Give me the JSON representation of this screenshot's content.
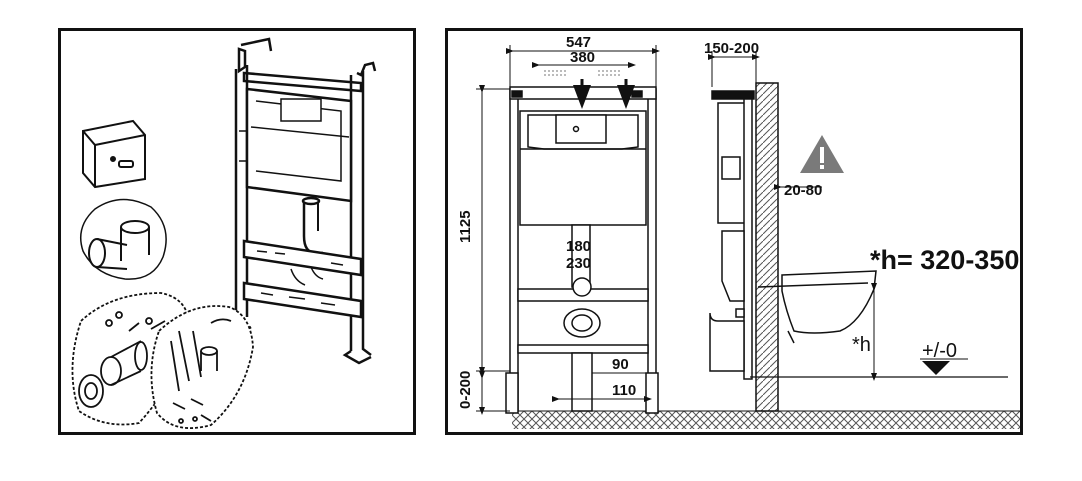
{
  "left_panel": {
    "label": "product-and-accessories"
  },
  "right_panel": {
    "dimensions": {
      "width_total": "547",
      "width_inner": "380",
      "height_frame": "1125",
      "height_adjust": "0-200",
      "flush_1": "180",
      "flush_2": "230",
      "leg_offset": "90",
      "leg_offset_2": "110",
      "wall_depth": "150-200",
      "tile_thickness": "20-80",
      "h_range": "*h= 320-350",
      "h_marker": "*h",
      "floor_level": "+/-0"
    }
  },
  "colors": {
    "line": "#111111",
    "warning": "#7a7a7a",
    "hatch": "#555555"
  }
}
